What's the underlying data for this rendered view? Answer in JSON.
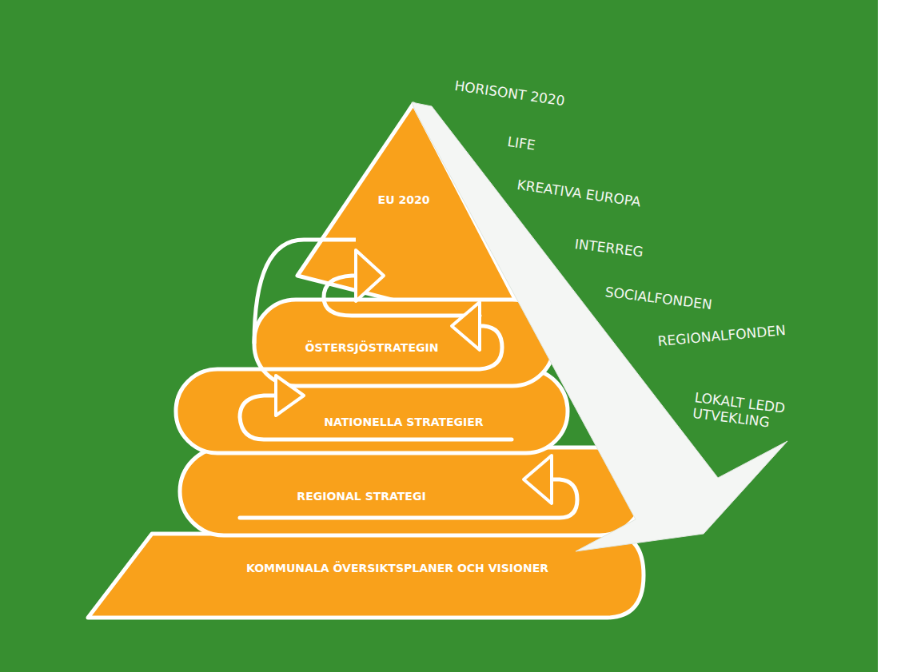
{
  "diagram": {
    "nodes": [
      {
        "text": [
          "EU 2020"
        ]
      },
      {
        "text": [
          "ÖSTERSJÖSTRATEGIN"
        ]
      },
      {
        "text": [
          "NATIONELLA STRATEGIER"
        ]
      },
      {
        "text": [
          "REGIONAL STRATEGI"
        ]
      },
      {
        "text": [
          "KOMMUNALA ÖVERSIKTSPLANER OCH VISIONER"
        ]
      }
    ],
    "labels": [
      "HORISONT 2020",
      "LIFE",
      "KREATIVA EUROPA",
      "INTERREG",
      "SOCIALFONDEN",
      "REGIONALFONDEN",
      "LOKALT LEDD UTVEKLING"
    ]
  }
}
